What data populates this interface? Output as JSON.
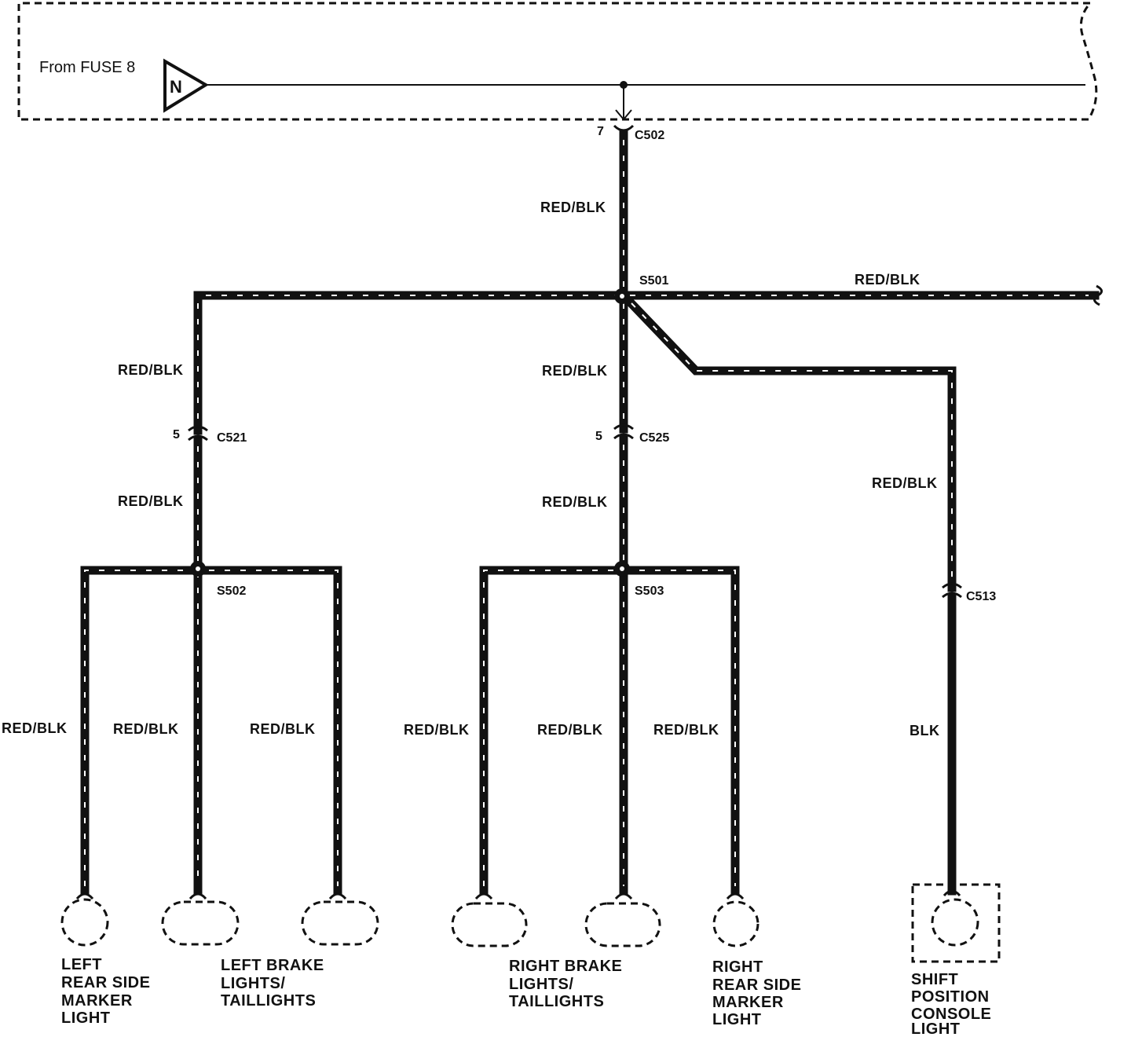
{
  "source": {
    "label": "From FUSE 8",
    "symbol": "N"
  },
  "wire_colors": {
    "main": "RED/BLK",
    "right_branch": "RED/BLK",
    "left_trunk_upper": "RED/BLK",
    "left_trunk_lower": "RED/BLK",
    "center_trunk_upper": "RED/BLK",
    "center_trunk_lower": "RED/BLK",
    "console_upper": "RED/BLK",
    "console_lower": "BLK",
    "left_marker": "RED/BLK",
    "left_brake": "RED/BLK",
    "left_brake_b": "RED/BLK",
    "right_brake": "RED/BLK",
    "right_brake_b": "RED/BLK",
    "right_marker": "RED/BLK"
  },
  "connectors": {
    "c502": {
      "name": "C502",
      "pin": "7"
    },
    "c521": {
      "name": "C521",
      "pin": "5"
    },
    "c525": {
      "name": "C525",
      "pin": "5"
    },
    "c513": {
      "name": "C513"
    }
  },
  "splices": {
    "s501": "S501",
    "s502": "S502",
    "s503": "S503"
  },
  "components": {
    "left_marker": [
      "LEFT",
      "REAR SIDE",
      "MARKER",
      "LIGHT"
    ],
    "left_brake": [
      "LEFT BRAKE",
      "LIGHTS/",
      "TAILLIGHTS"
    ],
    "right_brake": [
      "RIGHT BRAKE",
      "LIGHTS/",
      "TAILLIGHTS"
    ],
    "right_marker": [
      "RIGHT",
      "REAR SIDE",
      "MARKER",
      "LIGHT"
    ],
    "console": [
      "SHIFT",
      "POSITION",
      "CONSOLE",
      "LIGHT"
    ]
  },
  "colors": {
    "ink": "#111111",
    "background": "#ffffff"
  }
}
